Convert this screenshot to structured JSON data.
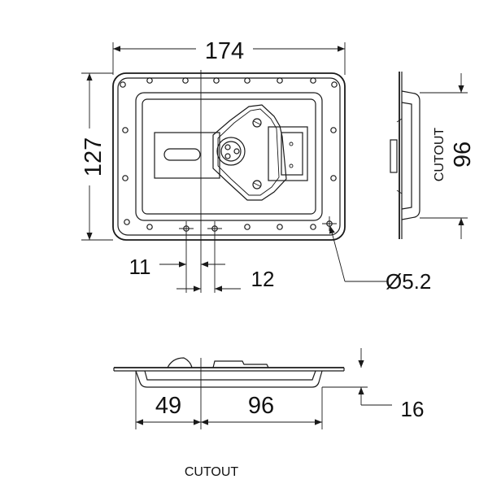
{
  "diagram": {
    "overall_width": "174",
    "overall_height": "127",
    "cutout_height": "96",
    "cutout_label_side": "CUTOUT",
    "hole_offset_left": "11",
    "hole_offset_right": "12",
    "hole_diameter": "Ø5.2",
    "bottom_left_width": "49",
    "bottom_cutout_width": "96",
    "bottom_depth": "16",
    "cutout_label_bottom": "CUTOUT"
  }
}
